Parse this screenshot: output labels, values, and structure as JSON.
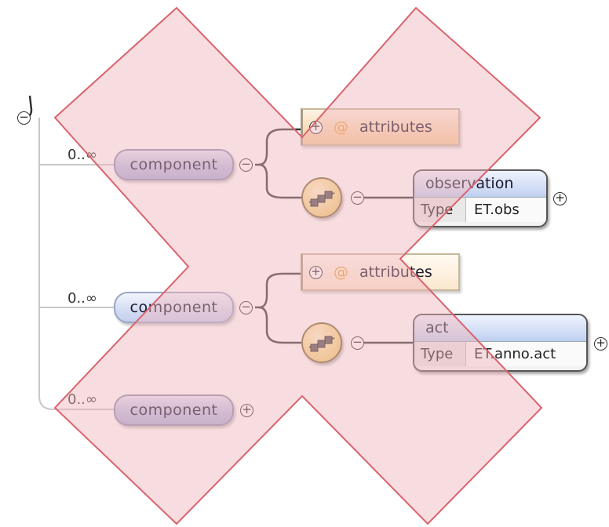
{
  "cardinality_label": "0..∞",
  "components": [
    {
      "label": "component",
      "toggle": "−"
    },
    {
      "label": "component",
      "toggle": "−"
    },
    {
      "label": "component",
      "toggle": "+"
    }
  ],
  "attributes": [
    {
      "at": "@",
      "label": "attributes",
      "toggle": "+"
    },
    {
      "at": "@",
      "label": "attributes",
      "toggle": "+"
    }
  ],
  "elements": [
    {
      "name": "observation",
      "type_key": "Type",
      "type_value": "ET.obs",
      "toggle": "+"
    },
    {
      "name": "act",
      "type_key": "Type",
      "type_value": "ET.anno.act",
      "toggle": "+"
    }
  ],
  "sequence_toggle": "−",
  "root_toggle": "−",
  "colors": {
    "overlay_fill": "#f2c4c8",
    "overlay_stroke": "#d9636e",
    "line": "#333333"
  }
}
